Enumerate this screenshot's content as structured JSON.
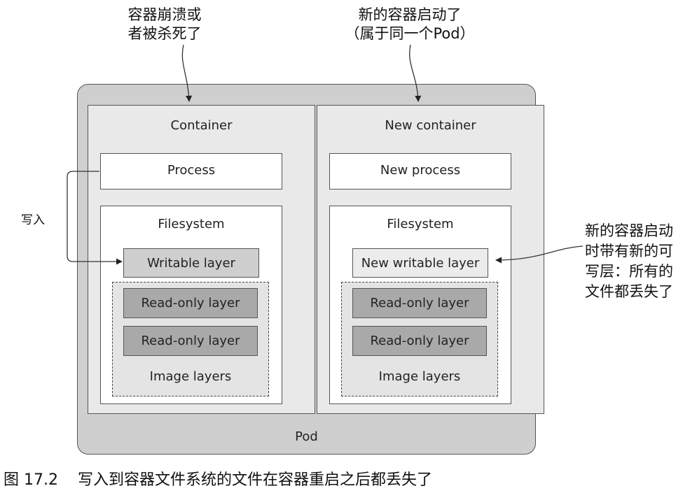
{
  "annotations": {
    "crash_line1": "容器崩溃或",
    "crash_line2": "者被杀死了",
    "new_line1": "新的容器启动了",
    "new_line2": "（属于同一个Pod）",
    "write": "写入",
    "right_line1": "新的容器启动",
    "right_line2": "时带有新的可",
    "right_line3": "写层：所有的",
    "right_line4": "文件都丢失了"
  },
  "pod": {
    "label": "Pod"
  },
  "left_container": {
    "title": "Container",
    "process": "Process",
    "filesystem": "Filesystem",
    "writable_layer": "Writable layer",
    "readonly_layers": [
      "Read-only layer",
      "Read-only layer"
    ],
    "image_layers": "Image layers"
  },
  "right_container": {
    "title": "New container",
    "process": "New process",
    "filesystem": "Filesystem",
    "writable_layer": "New writable layer",
    "readonly_layers": [
      "Read-only layer",
      "Read-only layer"
    ],
    "image_layers": "Image layers"
  },
  "caption": {
    "figure_number": "图 17.2",
    "text": "写入到容器文件系统的文件在容器重启之后都丢失了"
  }
}
